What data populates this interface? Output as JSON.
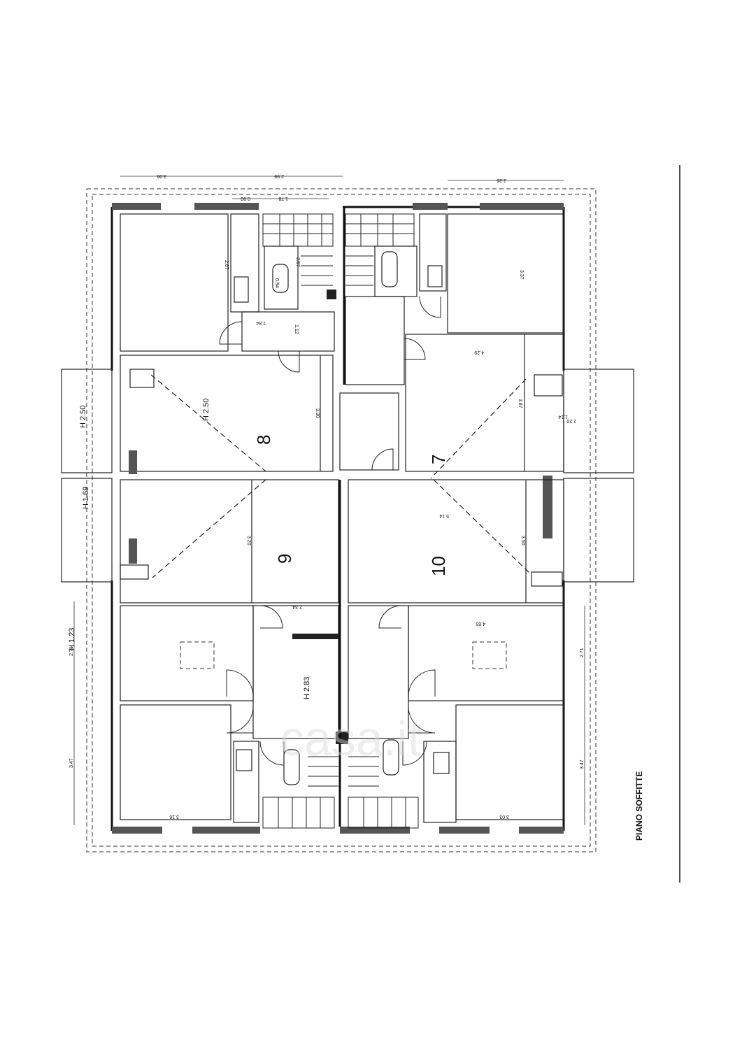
{
  "drawing": {
    "title": "PIANO SOFFITTE",
    "watermark": "casa.it"
  },
  "rooms": [
    {
      "id": "7",
      "label": "7"
    },
    {
      "id": "8",
      "label": "8"
    },
    {
      "id": "9",
      "label": "9"
    },
    {
      "id": "10",
      "label": "10"
    }
  ],
  "heights": {
    "h_balcony_left": "H 2.50",
    "h_room8": "H 2.50",
    "h_lower_left": "H 1.23",
    "h_corridor": "H 2.83",
    "h_small_left": "H 1.69"
  },
  "dimensions": {
    "top_a": "3.06",
    "top_b": "2.99",
    "top_c": "3.36",
    "stair_top_a": "0.90",
    "stair_top_b": "1.78",
    "room_top_left_h": "2.67",
    "stair_left_h": "2.57",
    "bath_left": "0.94",
    "bath_left_w": "1.84",
    "corridor_h": "1.12",
    "room_top_right_h": "3.37",
    "room7_top": "4.29",
    "room8_h": "3.30",
    "room7_h": "3.87",
    "room7_side_a": "1.14",
    "room7_side_b": "2.20",
    "room9_h": "3.20",
    "room10_h": "3.50",
    "room10_top": "5.14",
    "corridor_low": "2.34",
    "room_low_right_top": "4.65",
    "left_low_a": "2.71",
    "left_low_b": "3.47",
    "right_low_a": "2.71",
    "right_low_b": "3.47",
    "bottom_left": "3.16",
    "bottom_right": "3.03"
  }
}
